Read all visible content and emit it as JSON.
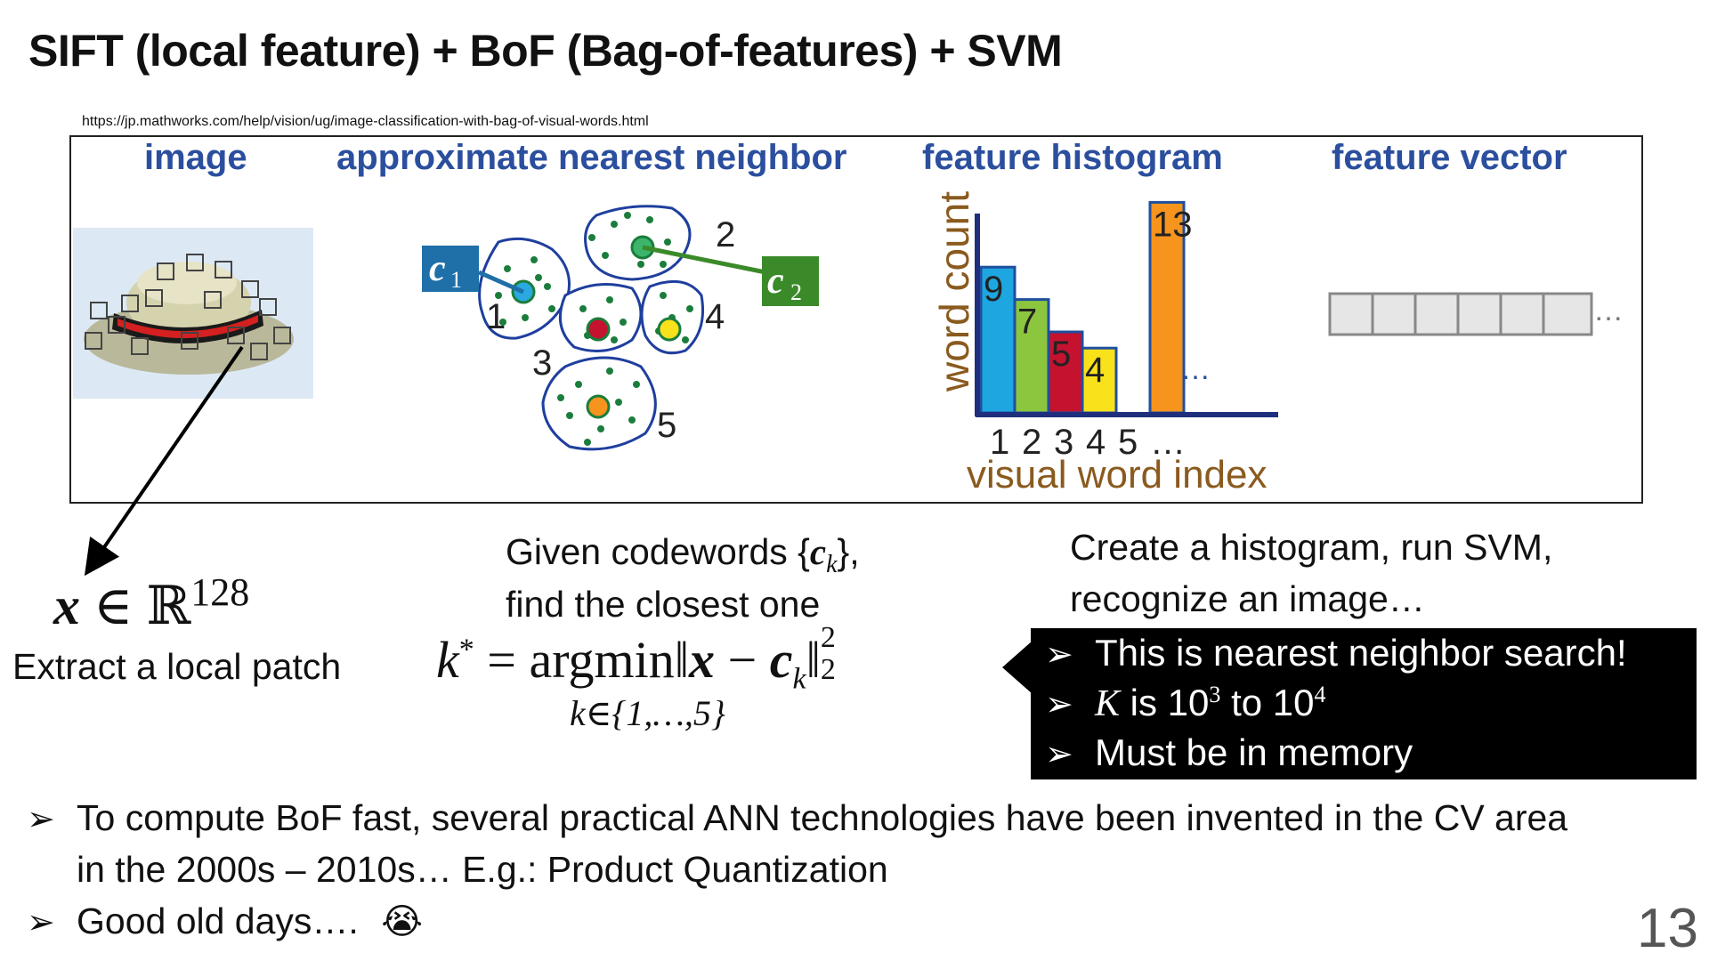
{
  "slide": {
    "title": "SIFT (local feature) + BoF (Bag-of-features) + SVM",
    "source_url": "https://jp.mathworks.com/help/vision/ug/image-classification-with-bag-of-visual-words.html",
    "page_number": "13"
  },
  "figure": {
    "headers": [
      "image",
      "approximate nearest neighbor",
      "feature histogram",
      "feature vector"
    ],
    "centroid_labels": [
      "c",
      "1",
      "c",
      "2"
    ],
    "cluster_numbers": [
      "1",
      "2",
      "3",
      "4",
      "5"
    ],
    "histogram": {
      "ylabel": "word count",
      "xlabel": "visual word index",
      "x_ticks": [
        "1",
        "2",
        "3",
        "4",
        "5",
        "…"
      ],
      "ellipsis": "…",
      "bars": [
        {
          "label": "9",
          "value": 9,
          "color": "#1ea6e0"
        },
        {
          "label": "7",
          "value": 7,
          "color": "#8cc63f"
        },
        {
          "label": "5",
          "value": 5,
          "color": "#c4122f"
        },
        {
          "label": "4",
          "value": 4,
          "color": "#f9e21b"
        },
        {
          "label": "13",
          "value": 13,
          "color": "#f7941d"
        }
      ]
    },
    "feature_vector_ellipsis": "…"
  },
  "annotations": {
    "x_symbol": "x",
    "in_symbol": "∈",
    "reals": "ℝ",
    "dim": "128",
    "extract_label": "Extract a local patch",
    "given_line_1": "Given codewords {",
    "given_c": "c",
    "given_k": "k",
    "given_close": "},",
    "given_line_2": "find the closest one",
    "eq_k": "k",
    "eq_star": "*",
    "eq_equals": "=",
    "eq_argmin": "argmin",
    "eq_norm_open": "‖",
    "eq_x": "x",
    "eq_minus": "−",
    "eq_c": "c",
    "eq_sub_k": "k",
    "eq_norm_close": "‖",
    "eq_sup": "2",
    "eq_sub": "2",
    "eq_under": "k∈{1,…,5}",
    "create_line_1": "Create a histogram, run SVM,",
    "create_line_2": "recognize an image…"
  },
  "callout": {
    "bullet": "➢",
    "line1": "This is nearest neighbor search!",
    "line2_K": "K",
    "line2_is": " is 10",
    "line2_exp1": "3",
    "line2_to": " to 10",
    "line2_exp2": "4",
    "line3": "Must be in memory"
  },
  "bottom": {
    "bullet": "➢",
    "line1a": "To compute BoF fast, several practical ANN technologies have been invented in the CV area",
    "line1b": "in the 2000s – 2010s… E.g.: Product Quantization",
    "line2": "Good old days….",
    "emoji": "😭"
  },
  "colors": {
    "header_blue": "#2b4f9e",
    "c1_blue": "#1f6fa8",
    "c2_green": "#3b8a2a",
    "cluster_outline": "#1f3f9e",
    "dot_green": "#1b7d3c",
    "axis_label_brown": "#8a5a1e"
  }
}
